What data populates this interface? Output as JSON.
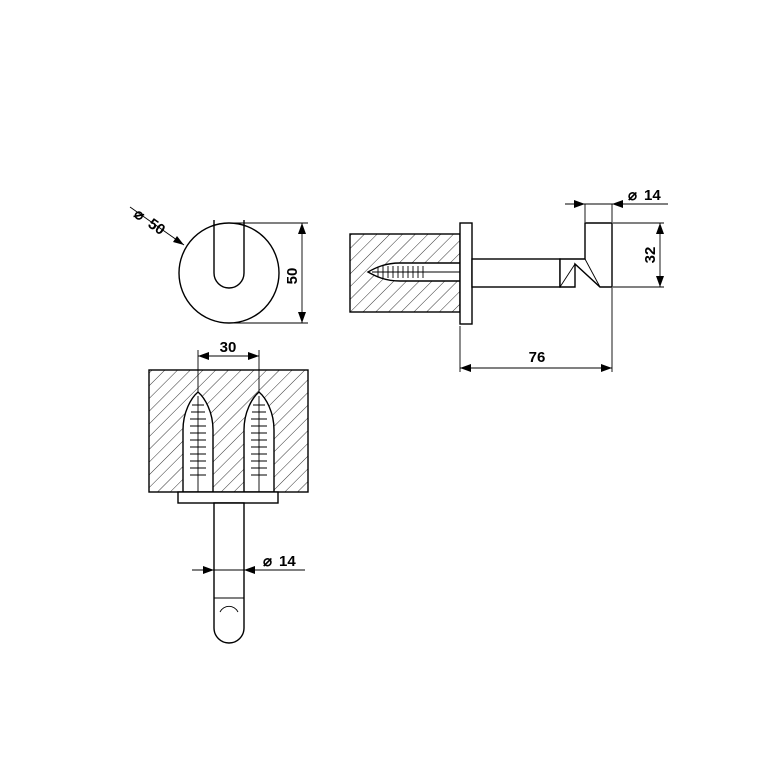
{
  "dimensions": {
    "front_diameter": "50",
    "front_height": "50",
    "side_tip_diameter": "14",
    "side_height": "32",
    "side_length": "76",
    "bottom_spacing": "30",
    "bottom_stem_diameter": "14"
  },
  "symbols": {
    "diameter": "⌀"
  },
  "colors": {
    "line": "#000000",
    "background": "#ffffff"
  }
}
